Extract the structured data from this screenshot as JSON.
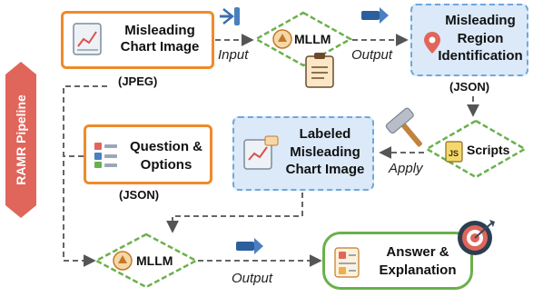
{
  "sidebar": {
    "title": "RAMR Pipeline",
    "color": "#e0655b"
  },
  "nodes": {
    "chart_image": {
      "line1": "Misleading",
      "line2": "Chart Image",
      "format": "(JPEG)",
      "border": "#ee8b2a"
    },
    "mllm_top": {
      "label": "MLLM",
      "border": "#6ab04c"
    },
    "region": {
      "line1": "Misleading",
      "line2": "Region",
      "line3": "Identification",
      "format": "(JSON)",
      "border": "#6fa8dc",
      "fill": "#dbe9f8"
    },
    "scripts": {
      "label": "Scripts",
      "border": "#6ab04c"
    },
    "labeled": {
      "line1": "Labeled",
      "line2": "Misleading",
      "line3": "Chart Image",
      "border": "#6fa8dc",
      "fill": "#dbe9f8"
    },
    "question": {
      "line1": "Question &",
      "line2": "Options",
      "format": "(JSON)",
      "border": "#ee8b2a"
    },
    "mllm_bottom": {
      "label": "MLLM",
      "border": "#6ab04c"
    },
    "answer": {
      "line1": "Answer &",
      "line2": "Explanation",
      "border": "#6ab04c"
    }
  },
  "edges": {
    "input_label": "Input",
    "output_label_top": "Output",
    "apply_label": "Apply",
    "output_label_bottom": "Output"
  },
  "icons": [
    "chart-icon",
    "network-icon",
    "brain-icon",
    "clipboard-icon",
    "arrow-icon",
    "location-pin-icon",
    "hammer-icon",
    "js-file-icon",
    "form-icon",
    "target-icon"
  ]
}
